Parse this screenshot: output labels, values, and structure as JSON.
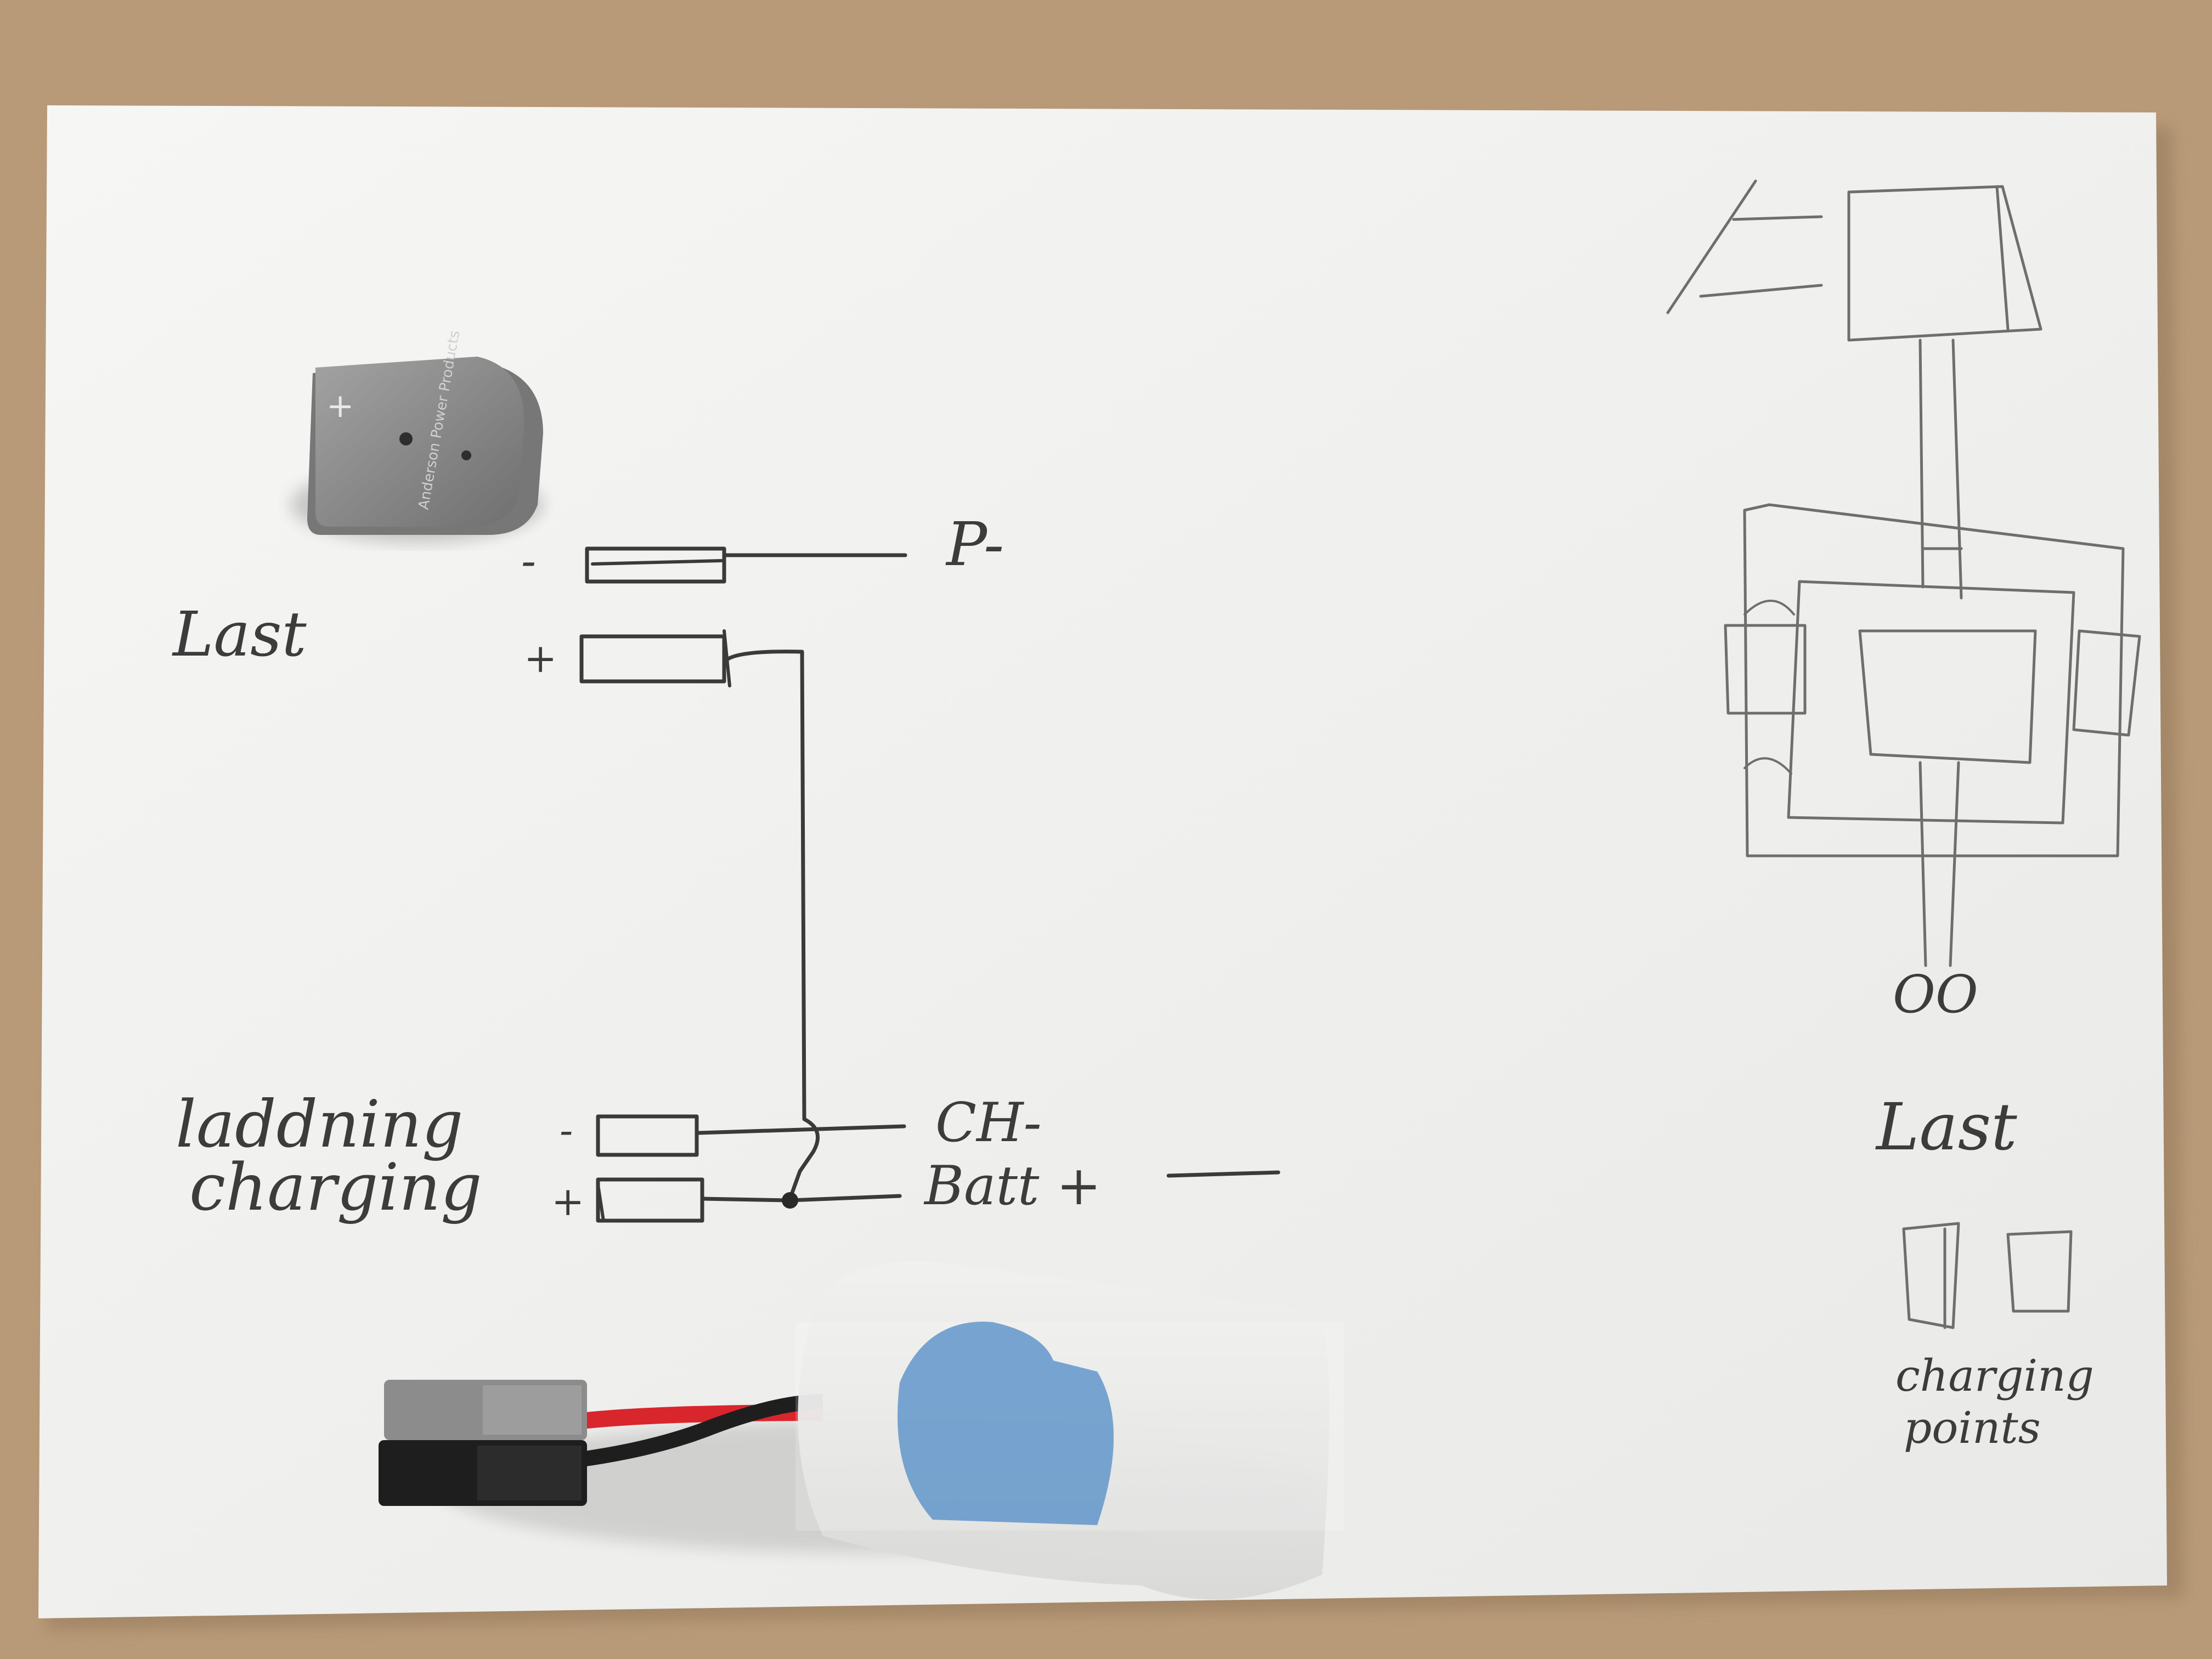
{
  "sketch": {
    "left_label_load": "Last",
    "left_label_charging_sv": "laddning",
    "left_label_charging_en": "charging",
    "pin_top_minus": "-",
    "pin_top_plus": "+",
    "pin_bottom_minus": "-",
    "pin_bottom_plus": "+",
    "label_p_minus": "P-",
    "label_ch_minus": "CH-",
    "label_batt_plus": "Batt +",
    "right_label_oo": "OO",
    "right_label_load": "Last",
    "right_label_charging": "charging",
    "right_label_points": "points"
  },
  "connector_cap": {
    "text_brand": "Anderson Power Products",
    "symbol_plus": "+"
  },
  "colors": {
    "table": "#b99a78",
    "paper": "#f3f3f1",
    "pen": "#3a3a3a",
    "pencil": "#6e6e6e",
    "connector_grey": "#8c8c8c",
    "connector_black": "#1e1e1e",
    "wire_red": "#d8262c",
    "blue_part": "#3f7fbf"
  }
}
